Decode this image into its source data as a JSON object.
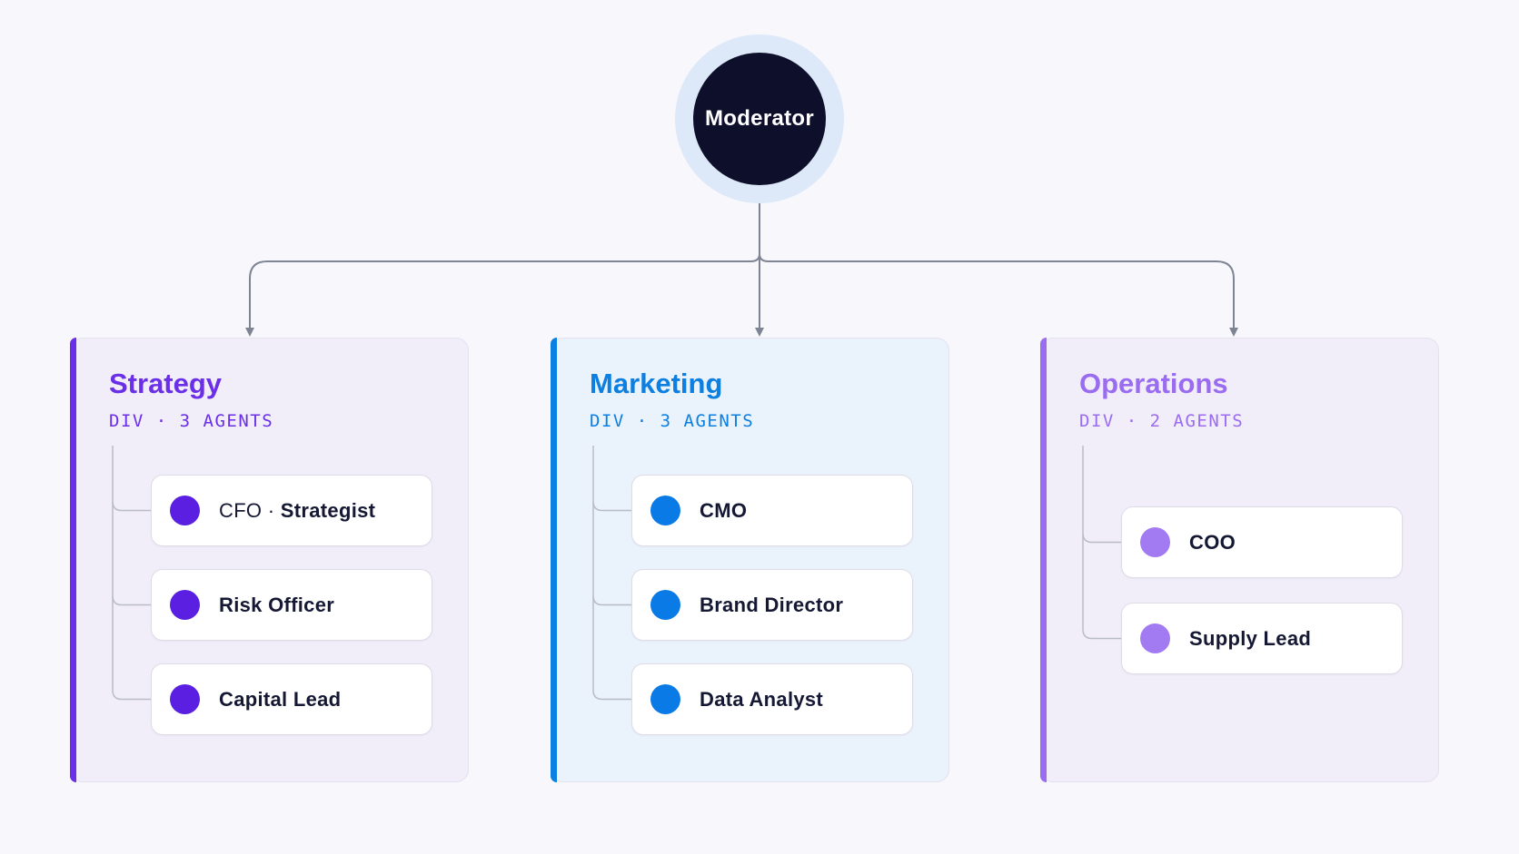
{
  "moderator": {
    "label": "Moderator"
  },
  "colors": {
    "background": "#f8f8fc",
    "moderator_fill": "#0d0f2b",
    "moderator_halo": "#dde9f8",
    "connector": "#7d8594",
    "tree_line": "#b9bcc7"
  },
  "divisions": [
    {
      "title": "Strategy",
      "subtitle": "DIV · 3 AGENTS",
      "accent": "#6a2fe6",
      "dot": "#5a1fe0",
      "agents": [
        {
          "prefix": "CFO · ",
          "name": "Strategist"
        },
        {
          "prefix": "",
          "name": "Risk Officer"
        },
        {
          "prefix": "",
          "name": "Capital Lead"
        }
      ]
    },
    {
      "title": "Marketing",
      "subtitle": "DIV · 3 AGENTS",
      "accent": "#0c7fe0",
      "dot": "#0a7be6",
      "agents": [
        {
          "prefix": "",
          "name": "CMO"
        },
        {
          "prefix": "",
          "name": "Brand Director"
        },
        {
          "prefix": "",
          "name": "Data Analyst"
        }
      ]
    },
    {
      "title": "Operations",
      "subtitle": "DIV · 2 AGENTS",
      "accent": "#9a6cf0",
      "dot": "#a27bf2",
      "agents": [
        {
          "prefix": "",
          "name": "COO"
        },
        {
          "prefix": "",
          "name": "Supply Lead"
        }
      ]
    }
  ]
}
